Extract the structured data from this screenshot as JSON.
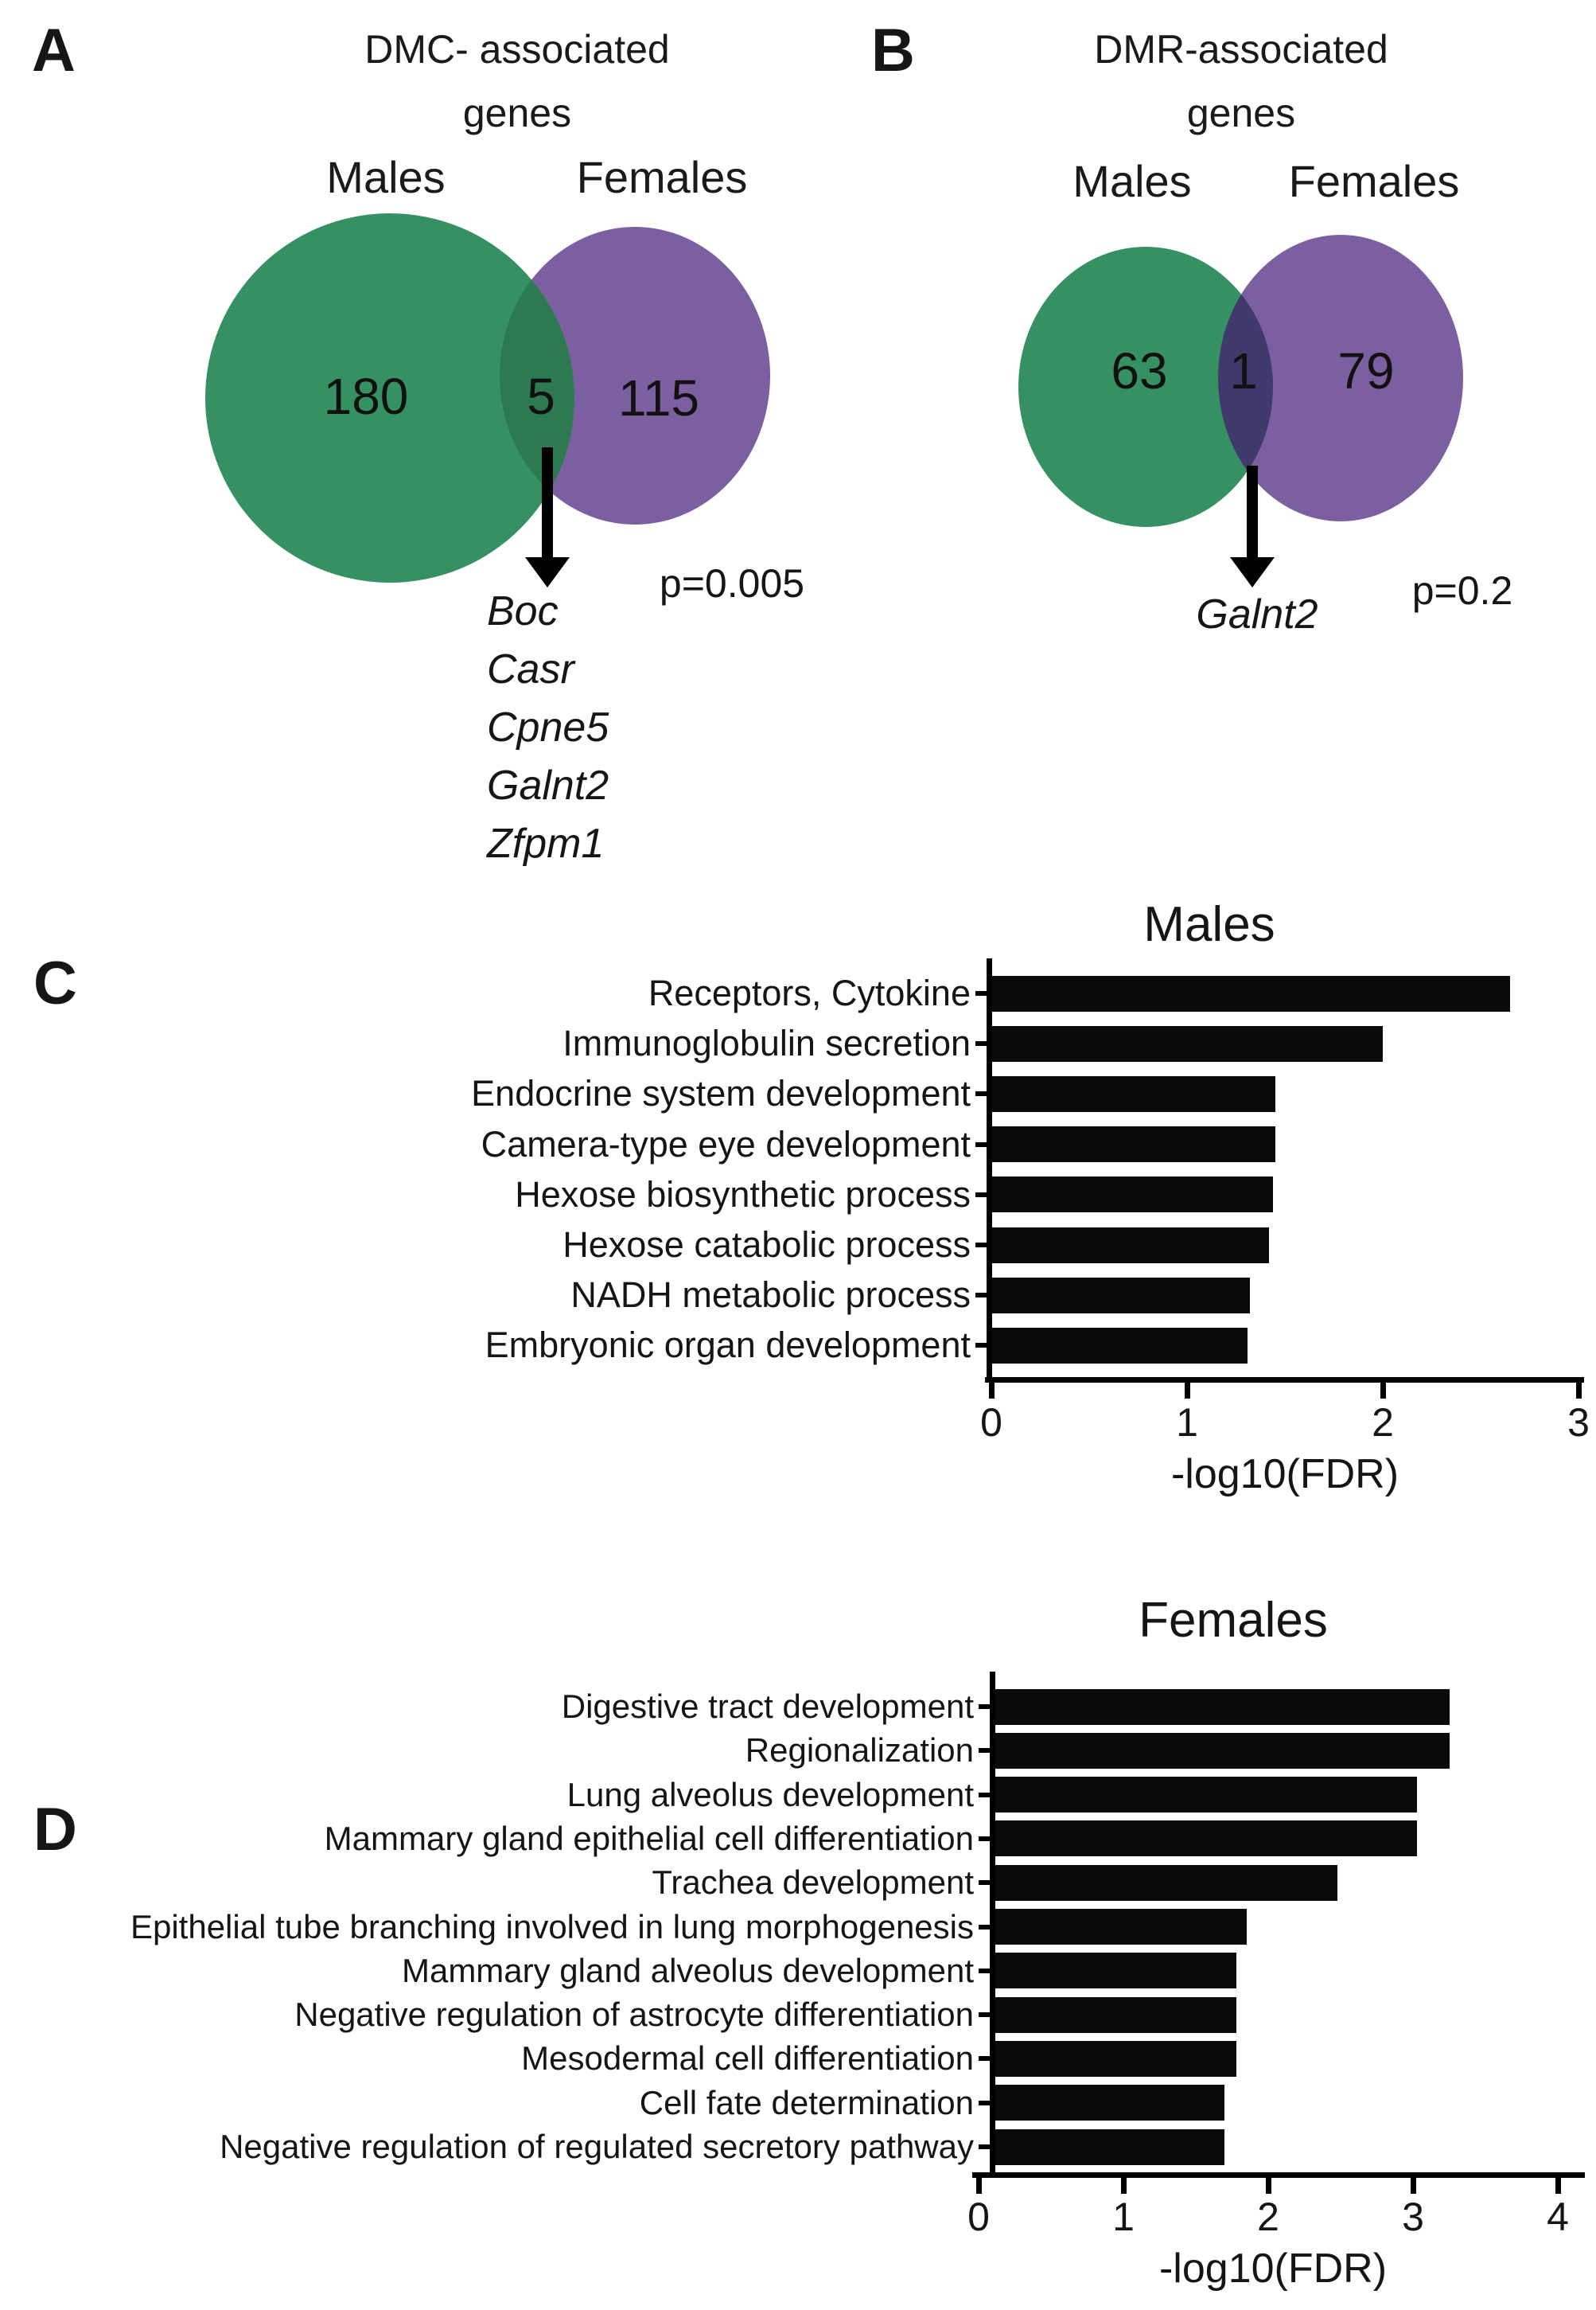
{
  "panelA": {
    "label": "A",
    "title_line1": "DMC- associated",
    "title_line2": "genes",
    "left_group": "Males",
    "right_group": "Females",
    "left_count": "180",
    "overlap_count": "5",
    "right_count": "115",
    "overlap_genes": [
      "Boc",
      "Casr",
      "Cpne5",
      "Galnt2",
      "Zfpm1"
    ],
    "p_label": "p=0.005",
    "colors": {
      "left": "#359161",
      "right": "#7c5fa0",
      "overlap": "#2d7a52",
      "arrow": "#000000"
    }
  },
  "panelB": {
    "label": "B",
    "title_line1": "DMR-associated",
    "title_line2": "genes",
    "left_group": "Males",
    "right_group": "Females",
    "left_count": "63",
    "overlap_count": "1",
    "right_count": "79",
    "overlap_genes": [
      "Galnt2"
    ],
    "p_label": "p=0.2",
    "colors": {
      "left": "#359161",
      "right": "#7c5fa0",
      "overlap": "#3f3a6b",
      "arrow": "#000000"
    }
  },
  "chart_data": [
    {
      "type": "bar",
      "panel_label": "C",
      "title": "Males",
      "xlabel": "-log10(FDR)",
      "xlim": [
        0,
        3
      ],
      "xticks": [
        0,
        1,
        2,
        3
      ],
      "grid": false,
      "bar_color": "#0a0a0a",
      "categories": [
        "Receptors, Cytokine",
        "Immunoglobulin secretion",
        "Endocrine system development",
        "Camera-type eye development",
        "Hexose biosynthetic process",
        "Hexose catabolic process",
        "NADH metabolic process",
        "Embryonic organ development"
      ],
      "values": [
        2.65,
        2.0,
        1.45,
        1.45,
        1.44,
        1.42,
        1.32,
        1.31
      ]
    },
    {
      "type": "bar",
      "panel_label": "D",
      "title": "Females",
      "xlabel": "-log10(FDR)",
      "xlim": [
        0,
        4
      ],
      "xticks": [
        0,
        1,
        2,
        3,
        4
      ],
      "grid": false,
      "bar_color": "#0a0a0a",
      "categories": [
        "Digestive tract development",
        "Regionalization",
        "Lung alveolus development",
        "Mammary gland epithelial cell differentiation",
        "Trachea development",
        "Epithelial tube branching involved in lung morphogenesis",
        "Mammary gland alveolus development",
        "Negative regulation of astrocyte differentiation",
        "Mesodermal cell differentiation",
        "Cell fate determination",
        "Negative regulation of regulated secretory pathway"
      ],
      "values": [
        3.25,
        3.25,
        3.03,
        3.03,
        2.48,
        1.85,
        1.78,
        1.78,
        1.78,
        1.7,
        1.7
      ]
    }
  ]
}
